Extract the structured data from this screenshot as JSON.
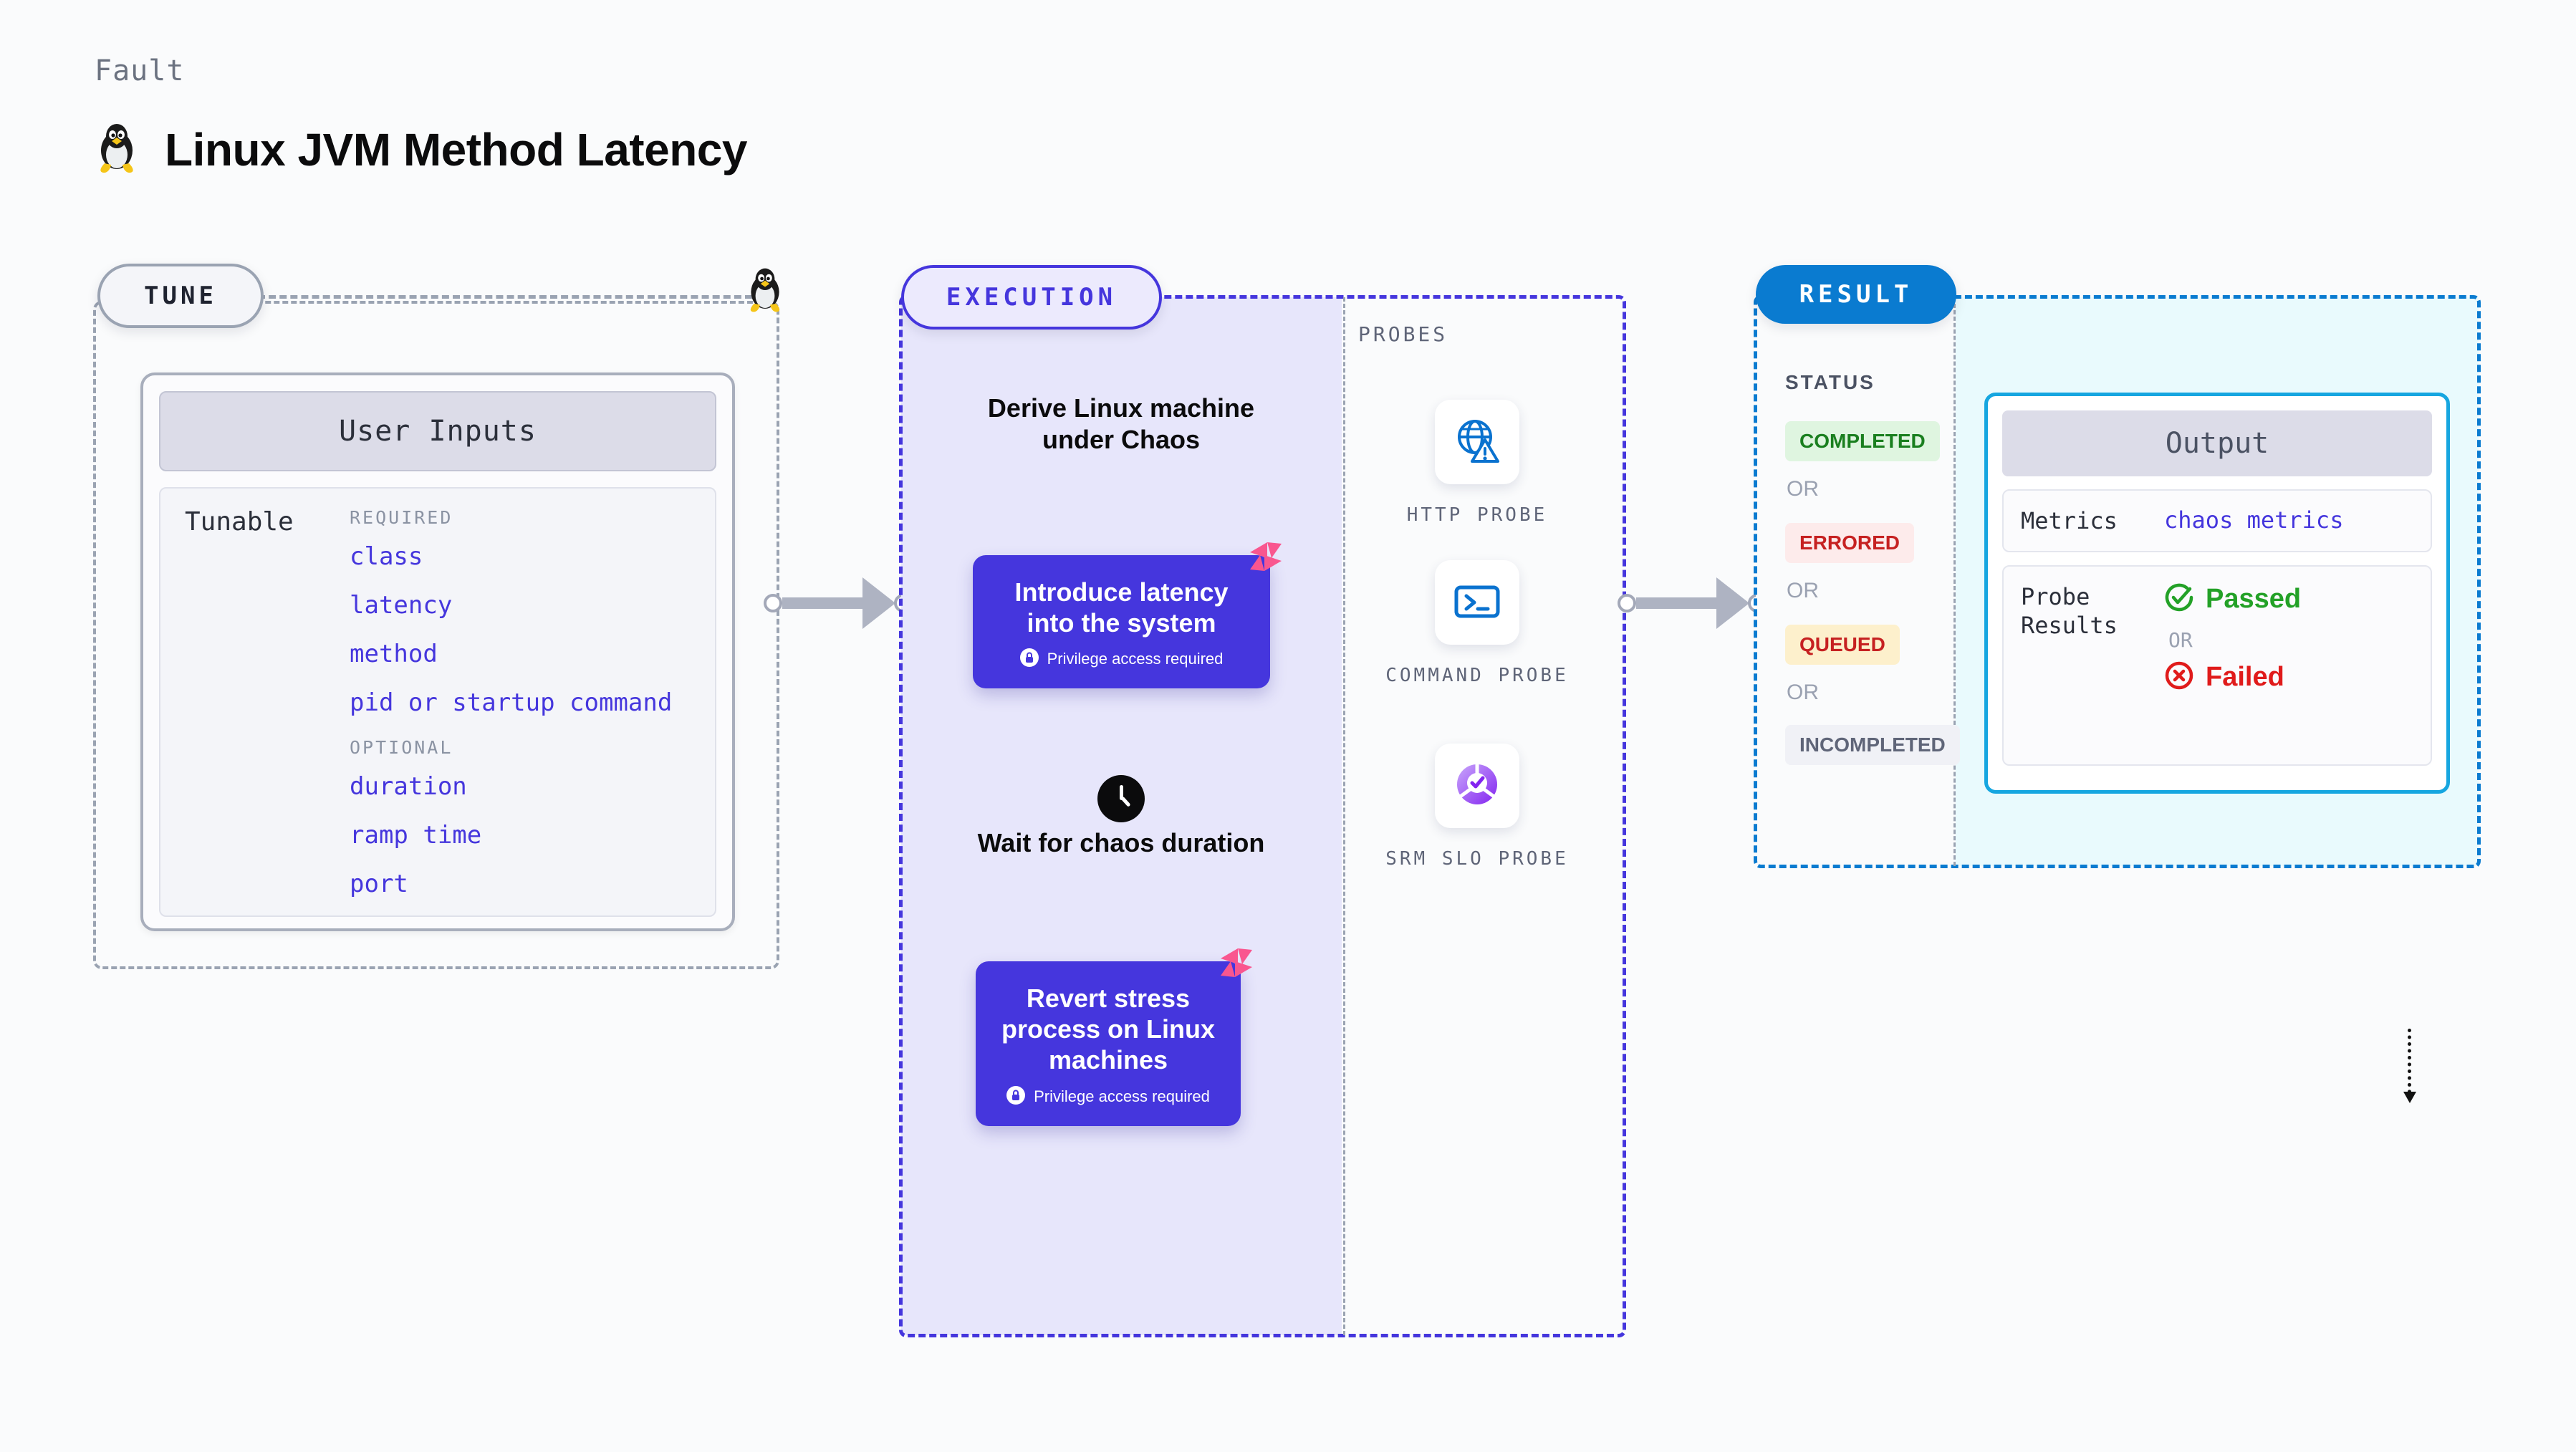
{
  "header": {
    "eyebrow": "Fault",
    "title": "Linux JVM Method Latency",
    "icon": "linux-tux-icon"
  },
  "tune": {
    "pill_label": "TUNE",
    "card_title": "User Inputs",
    "tunable_label": "Tunable",
    "groups": [
      {
        "label": "REQUIRED",
        "items": [
          "class",
          "latency",
          "method",
          "pid or startup command"
        ]
      },
      {
        "label": "OPTIONAL",
        "items": [
          "duration",
          "ramp time",
          "port"
        ]
      }
    ]
  },
  "execution": {
    "pill_label": "EXECUTION",
    "step_derive": "Derive Linux machine under Chaos",
    "card_introduce": {
      "title": "Introduce latency into the system",
      "privilege": "Privilege access required"
    },
    "step_wait": "Wait for chaos duration",
    "card_revert": {
      "title": "Revert stress process on Linux machines",
      "privilege": "Privilege access required"
    }
  },
  "probes": {
    "label": "PROBES",
    "items": [
      {
        "caption": "HTTP PROBE",
        "icon": "globe-warning-icon"
      },
      {
        "caption": "COMMAND PROBE",
        "icon": "terminal-prompt-icon"
      },
      {
        "caption": "SRM SLO PROBE",
        "icon": "slo-donut-check-icon"
      }
    ]
  },
  "result": {
    "pill_label": "RESULT",
    "status_label": "STATUS",
    "or_label": "OR",
    "statuses": [
      {
        "label": "COMPLETED",
        "bg": "#dff5e0",
        "fg": "#1a7f1f"
      },
      {
        "label": "ERRORED",
        "bg": "#fdebeb",
        "fg": "#c62121"
      },
      {
        "label": "QUEUED",
        "bg": "#fdf0cc",
        "fg": "#c62121"
      },
      {
        "label": "INCOMPLETED",
        "bg": "#f0f1f6",
        "fg": "#5f6578"
      }
    ],
    "output": {
      "title": "Output",
      "metrics_key": "Metrics",
      "metrics_value": "chaos metrics",
      "probe_results_key": "Probe Results",
      "passed": "Passed",
      "failed": "Failed",
      "or_label": "OR"
    }
  },
  "colors": {
    "accent_purple": "#4536dd",
    "accent_blue": "#0a7bd0",
    "accent_cyan": "#16a6e0",
    "chaos_pink": "#f9568f",
    "pass_green": "#23a127",
    "fail_red": "#e01b1b"
  }
}
